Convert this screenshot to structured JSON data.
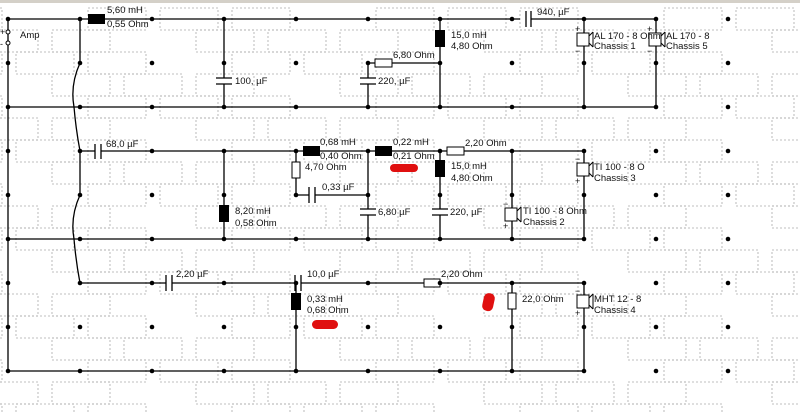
{
  "amp": {
    "label": "Amp",
    "plus": "+",
    "minus": "-"
  },
  "components": {
    "L1": {
      "value": "5,60 mH",
      "resistance": "0,55 Ohm"
    },
    "C1": {
      "value": "100, µF"
    },
    "R1": {
      "value": "6,80 Ohm"
    },
    "C2": {
      "value": "220, µF"
    },
    "L2": {
      "value": "15,0 mH",
      "resistance": "4,80 Ohm"
    },
    "C3": {
      "value": "940, µF"
    },
    "C4": {
      "value": "68,0 µF"
    },
    "L3": {
      "value": "8,20 mH",
      "resistance": "0,58 Ohm"
    },
    "L4": {
      "value": "0,68 mH",
      "resistance": "0,40 Ohm"
    },
    "R2": {
      "value": "4,70 Ohm"
    },
    "C5": {
      "value": "0,33 µF"
    },
    "C6": {
      "value": "6,80 µF"
    },
    "L5": {
      "value": "0,22 mH",
      "resistance": "0,21 Ohm"
    },
    "R3": {
      "value": "2,20 Ohm"
    },
    "L6": {
      "value": "15,0 mH",
      "resistance": "4,80 Ohm"
    },
    "C7": {
      "value": "220, µF"
    },
    "C8": {
      "value": "2,20 µF"
    },
    "C9": {
      "value": "10,0 µF"
    },
    "L7": {
      "value": "0,33 mH",
      "resistance": "0,68 Ohm"
    },
    "R4": {
      "value": "2,20 Ohm"
    },
    "R5": {
      "value": "22,0 Ohm"
    }
  },
  "speakers": [
    {
      "name": "AL 170 - 8 Ohm",
      "chassis": "Chassis 1"
    },
    {
      "name": "AL 170 - 8",
      "chassis": "Chassis 5"
    },
    {
      "name": "TI 100 - 8 Ohm",
      "chassis": "Chassis 2"
    },
    {
      "name": "TI 100 - 8 O",
      "chassis": "Chassis 3"
    },
    {
      "name": "MHT 12 - 8",
      "chassis": "Chassis 4"
    }
  ],
  "colors": {
    "wire": "#000000",
    "annotation": "#e01010",
    "grid": "#aaaaaa"
  }
}
